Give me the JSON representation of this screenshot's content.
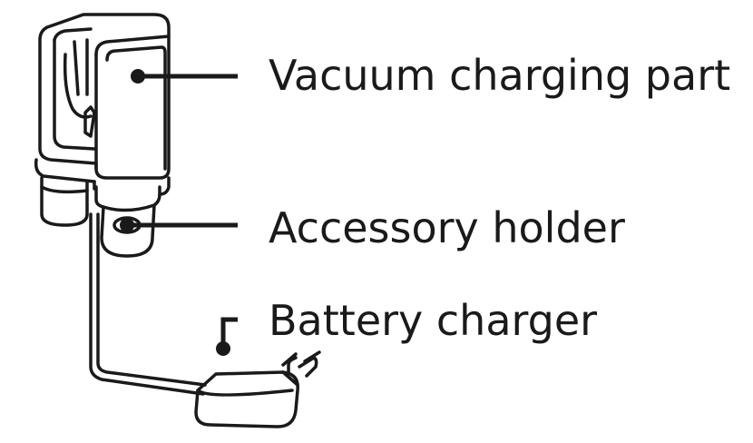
{
  "labels": {
    "vacuum_charging_part": "Vacuum charging part",
    "accessory_holder": "Accessory holder",
    "battery_charger": "Battery charger"
  },
  "colors": {
    "line": "#1a1a1a",
    "background": "#ffffff"
  }
}
